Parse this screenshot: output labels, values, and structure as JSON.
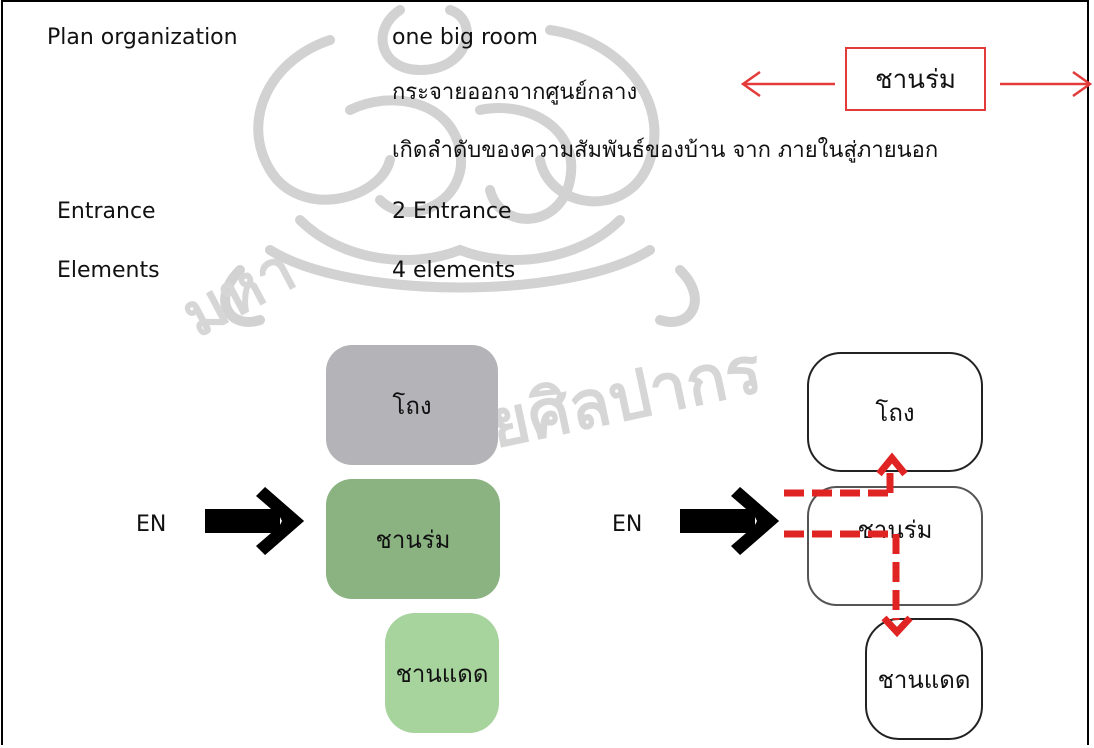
{
  "properties": {
    "plan_org_label": "Plan organization",
    "plan_org_value": "one big room",
    "spread_text": "กระจายออกจากศูนย์กลาง",
    "relation_text": "เกิดลำดับของความสัมพันธ์ของบ้าน จาก ภายในสู่ภายนอก",
    "entrance_label": "Entrance",
    "entrance_value": "2 Entrance",
    "elements_label": "Elements",
    "elements_value": "4 elements"
  },
  "highlight_label": "ชานร่ม",
  "left_diagram": {
    "entry_label": "EN",
    "top_block": "โถง",
    "middle_block": "ชานร่ม",
    "bottom_block": "ชานแดด"
  },
  "right_diagram": {
    "entry_label": "EN",
    "top_block": "โถง",
    "middle_block": "ชานร่ม",
    "bottom_block": "ชานแดด"
  },
  "colors": {
    "hall_gray": "#b4b4b8",
    "shaded_terrace_green": "#8ab381",
    "sun_terrace_green": "#a7d39d",
    "accent_red": "#e33a3a",
    "watermark_gray": "#d0d0d0"
  }
}
